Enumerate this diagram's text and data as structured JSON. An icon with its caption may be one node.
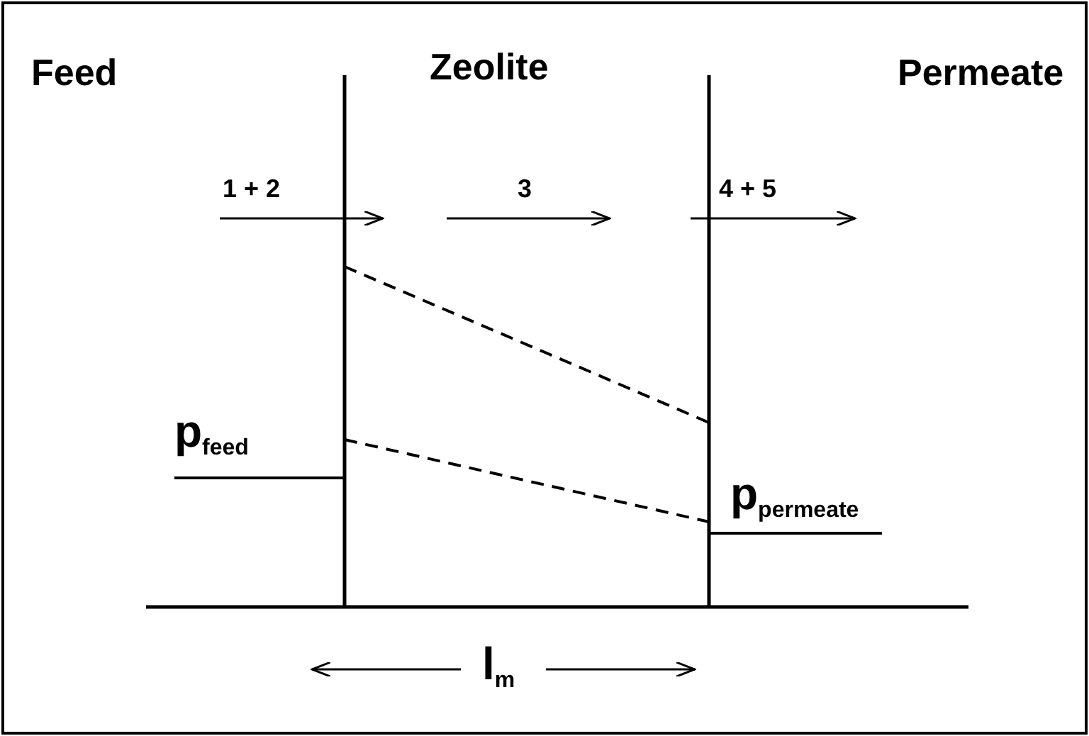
{
  "diagram": {
    "labels": [
      "Feed",
      "Zeolite",
      "Permeate",
      "1 + 2",
      "3",
      "4 + 5",
      "p$_{feed}$",
      "p$_{permeate}$",
      "l$_{m}$"
    ]
  }
}
